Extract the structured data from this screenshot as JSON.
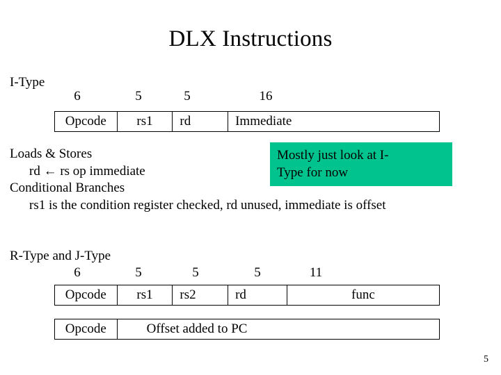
{
  "slide": {
    "title": "DLX Instructions",
    "page_number": "5",
    "accent_color": "#00C38E",
    "background_color": "#FFFFFF",
    "text_color": "#000000"
  },
  "itype": {
    "label": "I-Type",
    "bit_widths": [
      "6",
      "5",
      "5",
      "16"
    ],
    "fields": [
      "Opcode",
      "rs1",
      "rd",
      "Immediate"
    ]
  },
  "notes": {
    "lines": [
      "Loads & Stores",
      "rd ← rs  op  immediate",
      "Conditional Branches",
      "rs1 is the condition register checked, rd unused, immediate is offset"
    ]
  },
  "callout": {
    "line1": "Mostly just look at I-",
    "line2": "Type for now"
  },
  "rjtype": {
    "label": "R-Type and J-Type",
    "bit_widths": [
      "6",
      "5",
      "5",
      "5",
      "11"
    ],
    "rtype_fields": [
      "Opcode",
      "rs1",
      "rs2",
      "rd",
      "func"
    ],
    "jtype_fields": [
      "Opcode",
      "Offset added to PC"
    ]
  }
}
